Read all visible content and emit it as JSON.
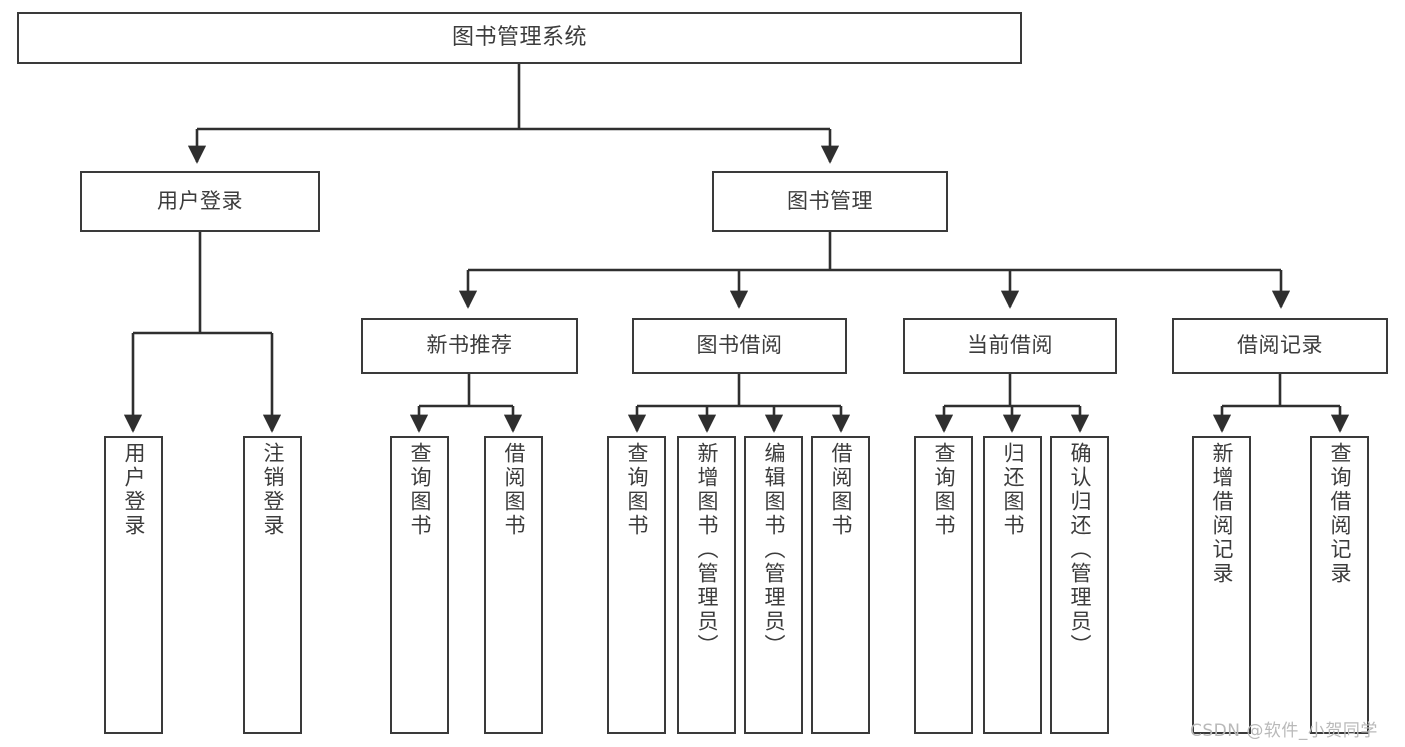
{
  "diagram": {
    "title": "图书管理系统",
    "type": "tree-hierarchy",
    "watermark": "CSDN @软件_小贺同学",
    "colors": {
      "box_border": "#3a3a3a",
      "box_fill": "#ffffff",
      "connector": "#2f2f2f",
      "text": "#3c3c3c",
      "watermark": "#b9b9b9",
      "background": "#ffffff"
    },
    "nodes": {
      "root": {
        "label": "图书管理系统"
      },
      "level2": [
        {
          "id": "user-login",
          "label": "用户登录"
        },
        {
          "id": "book-management",
          "label": "图书管理"
        }
      ],
      "level3": [
        {
          "id": "new-book-recommend",
          "label": "新书推荐"
        },
        {
          "id": "book-borrow",
          "label": "图书借阅"
        },
        {
          "id": "current-borrow",
          "label": "当前借阅"
        },
        {
          "id": "borrow-record",
          "label": "借阅记录"
        }
      ],
      "leaves": {
        "user-login": [
          {
            "id": "leaf-user-login",
            "label": "用户登录"
          },
          {
            "id": "leaf-logout-login",
            "label": "注销登录"
          }
        ],
        "new-book-recommend": [
          {
            "id": "leaf-query-book-1",
            "label": "查询图书"
          },
          {
            "id": "leaf-borrow-book-1",
            "label": "借阅图书"
          }
        ],
        "book-borrow": [
          {
            "id": "leaf-query-book-2",
            "label": "查询图书"
          },
          {
            "id": "leaf-add-book",
            "label": "新增图书（管理员）"
          },
          {
            "id": "leaf-edit-book",
            "label": "编辑图书（管理员）"
          },
          {
            "id": "leaf-borrow-book-2",
            "label": "借阅图书"
          }
        ],
        "current-borrow": [
          {
            "id": "leaf-query-book-3",
            "label": "查询图书"
          },
          {
            "id": "leaf-return-book",
            "label": "归还图书"
          },
          {
            "id": "leaf-confirm-return",
            "label": "确认归还（管理员）"
          }
        ],
        "borrow-record": [
          {
            "id": "leaf-add-record",
            "label": "新增借阅记录"
          },
          {
            "id": "leaf-query-record",
            "label": "查询借阅记录"
          }
        ]
      }
    }
  }
}
